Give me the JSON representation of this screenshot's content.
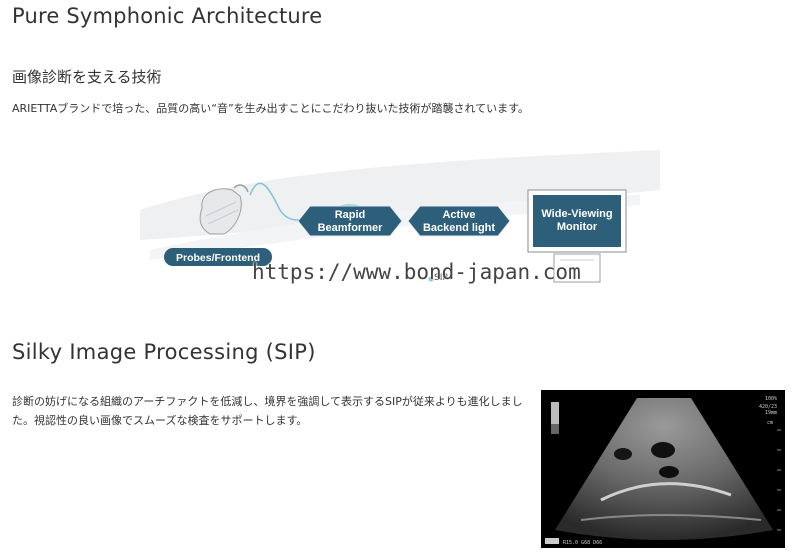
{
  "section1": {
    "title": "Pure Symphonic Architecture",
    "subtitle": "画像診断を支える技術",
    "description": "ARIETTAブランドで培った、品質の高い“音”を生み出すことにこだわり抜いた技術が踏襲されています。"
  },
  "diagram": {
    "probes_label": "Probes/Frontend",
    "rapid_line1": "Rapid",
    "rapid_line2": "Beamformer",
    "active_line1": "Active",
    "active_line2": "Backend light",
    "monitor_line1": "Wide-Viewing",
    "monitor_line2": "Monitor",
    "sip_tag": "SIP",
    "colors": {
      "accent": "#2d5f7a",
      "wave": "#7fc4d8"
    }
  },
  "watermark": "https://www.bond-japan.com",
  "section2": {
    "title": "Silky Image Processing (SIP)",
    "description": "診断の妨げになる組織のアーチファクトを低減し、境界を強調して表示するSIPが従来よりも進化しました。視認性の良い画像でスムーズな検査をサポートします。"
  },
  "ultrasound": {
    "readout_top": "100%",
    "readout_mid": "420/23",
    "readout_unit": "19mm",
    "readout_cm": "cm",
    "footer": "R15.0 G68 D66"
  }
}
